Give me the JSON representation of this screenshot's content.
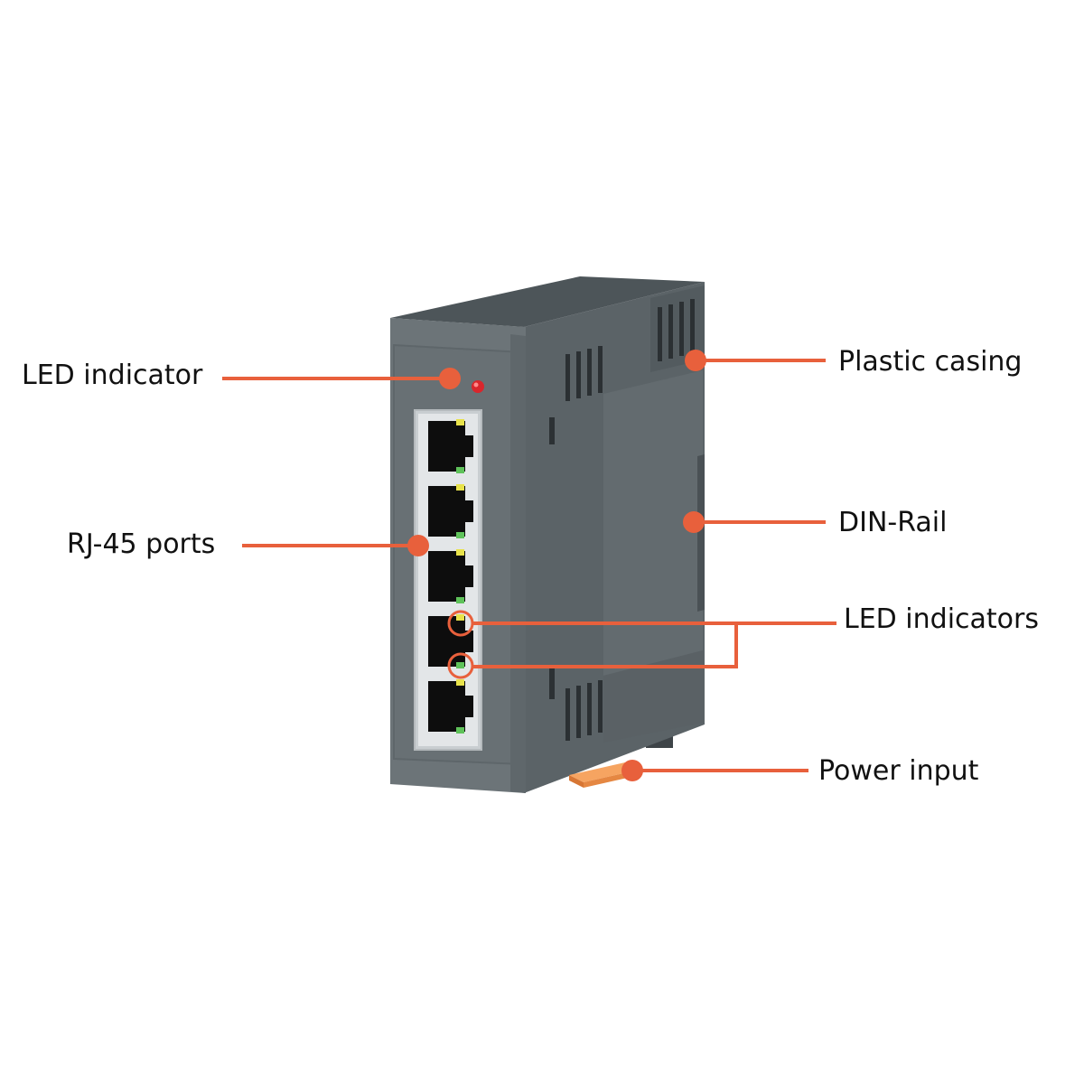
{
  "colors": {
    "callout": "#e8603c",
    "casing_front": "#6b7377",
    "casing_side": "#5a6266",
    "casing_top": "#4f575b",
    "port_panel": "#dfe3e6",
    "port_hole": "#0d0d0d",
    "led_yellow": "#e8e24a",
    "led_green": "#5fc25a",
    "led_red": "#d9262c",
    "power_connector": "#f0904a"
  },
  "device": {
    "port_count": 5,
    "panel_led_color": "red"
  },
  "callouts": {
    "led_indicator": "LED indicator",
    "rj45_ports": "RJ-45 ports",
    "plastic_casing": "Plastic casing",
    "din_rail": "DIN-Rail",
    "led_indicators": "LED indicators",
    "power_input": "Power input"
  }
}
